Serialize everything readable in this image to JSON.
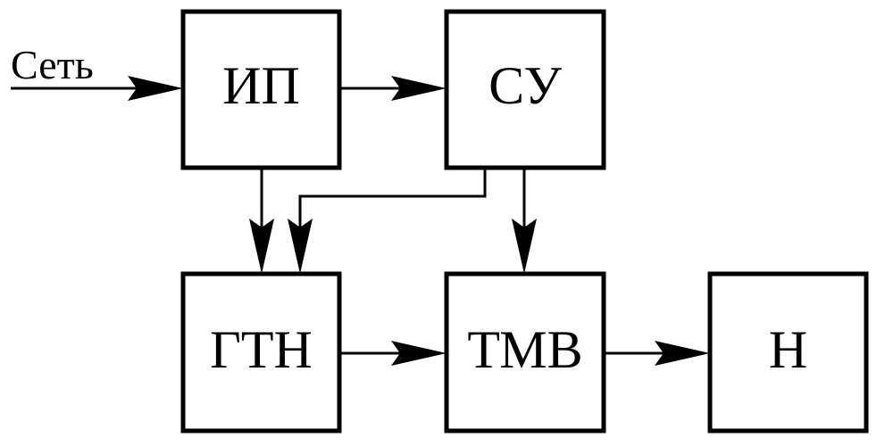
{
  "diagram": {
    "input_label": "Сеть",
    "blocks": {
      "ip": "ИП",
      "su": "СУ",
      "gtn": "ГТН",
      "tmv": "ТМВ",
      "n": "Н"
    }
  }
}
